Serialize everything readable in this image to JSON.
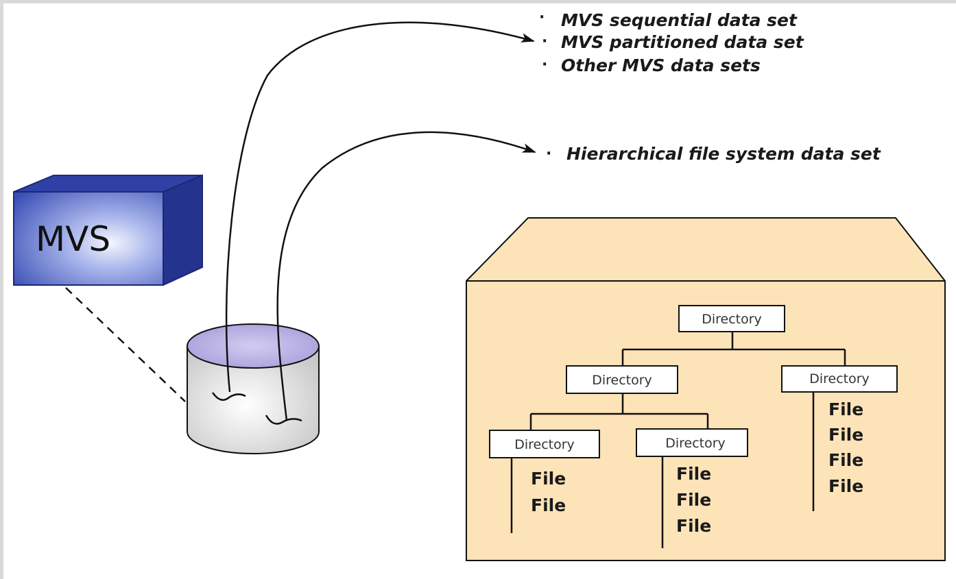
{
  "mvs_box": {
    "label": "MVS"
  },
  "mvs_datasets": {
    "bullet": "·",
    "items": [
      "MVS sequential data set",
      "MVS partitioned data set",
      "Other MVS data sets"
    ]
  },
  "hfs_dataset": {
    "bullet": "·",
    "label": "Hierarchical file system data set"
  },
  "tree": {
    "root": {
      "label": "Directory"
    },
    "left": {
      "label": "Directory"
    },
    "right": {
      "label": "Directory",
      "files": [
        "File",
        "File",
        "File",
        "File"
      ]
    },
    "left_left": {
      "label": "Directory",
      "files": [
        "File",
        "File"
      ]
    },
    "left_right": {
      "label": "Directory",
      "files": [
        "File",
        "File",
        "File"
      ]
    }
  },
  "colors": {
    "cube_front": "#4a5fbf",
    "cube_top": "#2d3f9e",
    "cube_side": "#25348a",
    "disk_top": "#b7b0e0",
    "disk_body": "#e6e6e6",
    "house_fill": "#fde3b8",
    "line": "#111111"
  }
}
